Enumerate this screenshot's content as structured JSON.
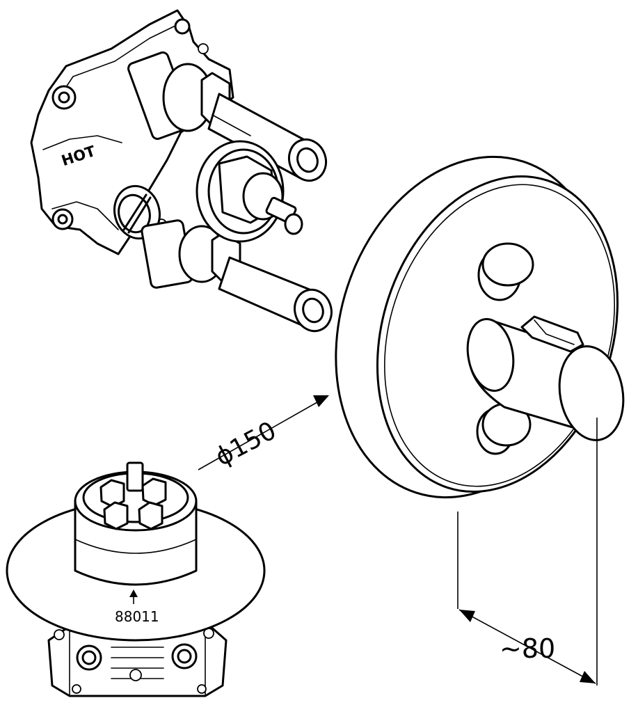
{
  "labels": {
    "hot_marking": "HOT",
    "part_number": "88011",
    "diameter_dimension": "ϕ150",
    "depth_dimension": "~80"
  }
}
